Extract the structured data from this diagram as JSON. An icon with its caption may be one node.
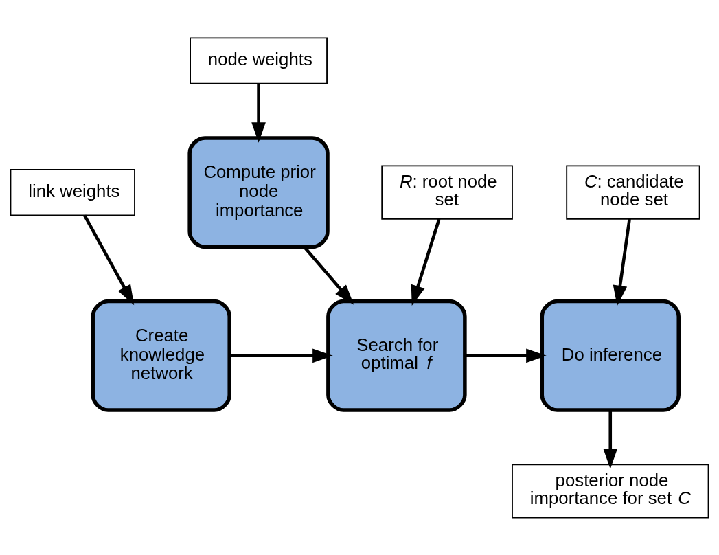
{
  "diagram": {
    "nodes": [
      {
        "text": [
          "link weights"
        ]
      },
      {
        "text": [
          "Create knowledge network"
        ]
      },
      {
        "text": [
          "Compute prior node importance"
        ]
      },
      {
        "text": [
          "node weights"
        ]
      },
      {
        "text": [
          "*R*: root node set"
        ]
      },
      {
        "text": [
          "Search for optimal *f*"
        ]
      },
      {
        "text": [
          "*C*: candidate node set"
        ]
      },
      {
        "text": [
          "Do inference"
        ]
      },
      {
        "text": [
          "posterior node importance for set *C*"
        ]
      }
    ],
    "edges": [
      {
        "from": 0,
        "to": 1,
        "arrow": "to"
      },
      {
        "from": 3,
        "to": 2,
        "arrow": "to"
      },
      {
        "from": 4,
        "to": 5,
        "arrow": "to"
      },
      {
        "from": 1,
        "to": 5,
        "arrow": "to"
      },
      {
        "from": 2,
        "to": 5,
        "arrow": "to"
      },
      {
        "from": 6,
        "to": 7,
        "arrow": "to"
      },
      {
        "from": 5,
        "to": 7,
        "arrow": "to"
      },
      {
        "from": 7,
        "to": 8,
        "arrow": "to"
      }
    ]
  }
}
